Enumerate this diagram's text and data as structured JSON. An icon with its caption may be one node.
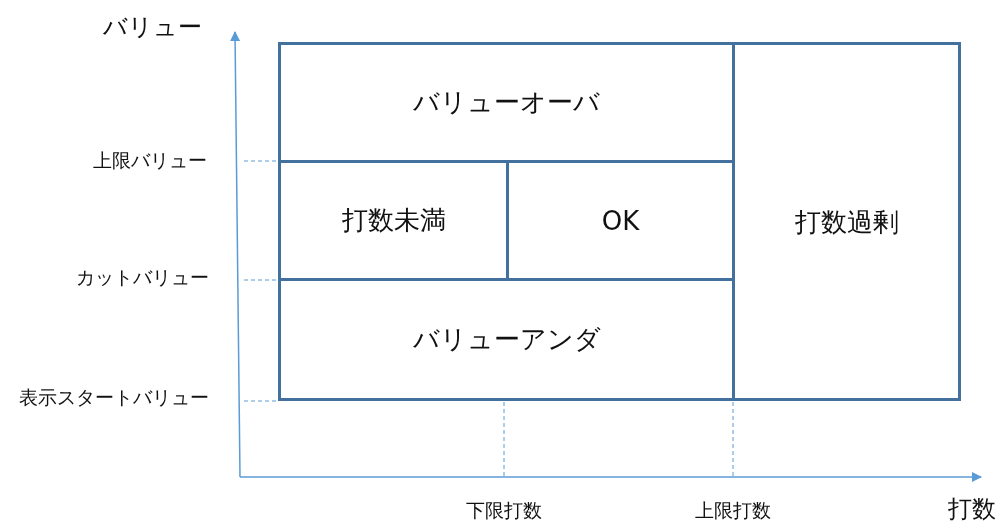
{
  "diagram": {
    "nodes": [
      {
        "text": [
          "バリューオーバ"
        ]
      },
      {
        "text": [
          "打数未満"
        ]
      },
      {
        "text": [
          "OK"
        ]
      },
      {
        "text": [
          "バリューアンダ"
        ]
      },
      {
        "text": [
          "打数過剰"
        ]
      }
    ],
    "labels": [
      "バリュー",
      "上限バリュー",
      "カットバリュー",
      "表示スタートバリュー",
      "下限打数",
      "上限打数",
      "打数"
    ]
  }
}
